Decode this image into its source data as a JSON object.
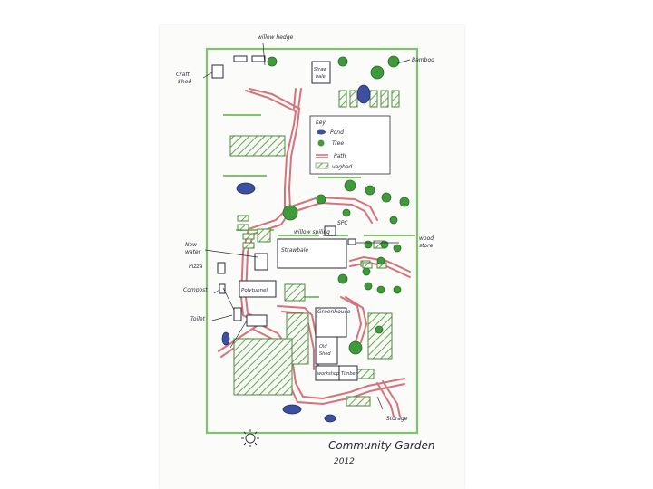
{
  "labels": {
    "willow_hedge": "willow hedge",
    "craft_shed": [
      "Craft",
      "Shed"
    ],
    "bamboo": "Bamboo",
    "straw_bale_top": [
      "Straw",
      "bale"
    ],
    "straw_bale_main": "Strawbale",
    "key": {
      "title": "Key",
      "pond": "Pond",
      "tree": "Tree",
      "path": "Path",
      "vegbed": "vegbed"
    },
    "willow_spiling": "willow spiling",
    "spc": "SPC",
    "new_water": [
      "New",
      "water"
    ],
    "wood_store": [
      "wood",
      "store"
    ],
    "pizza": "Pizza",
    "compost": "Compost",
    "polytunnel": "Polytunnel",
    "greenhouse": "Greenhouse",
    "toilet": "Toilet",
    "old_shed": [
      "Old",
      "Shed"
    ],
    "workshop": "workshop",
    "timber": "Timber",
    "storage": "Storage",
    "title": "Community Garden",
    "year": "2012"
  },
  "colors": {
    "border": "#7fc46b",
    "path": "#d6727a",
    "tree": "#3f9a3a",
    "pond": "#3c4fa0",
    "vegbed": "#4d8a3e",
    "ink": "#2a2a3a"
  },
  "icons": [
    "sun-icon",
    "tree-icon",
    "pond-icon",
    "vegbed-icon",
    "path-icon"
  ]
}
